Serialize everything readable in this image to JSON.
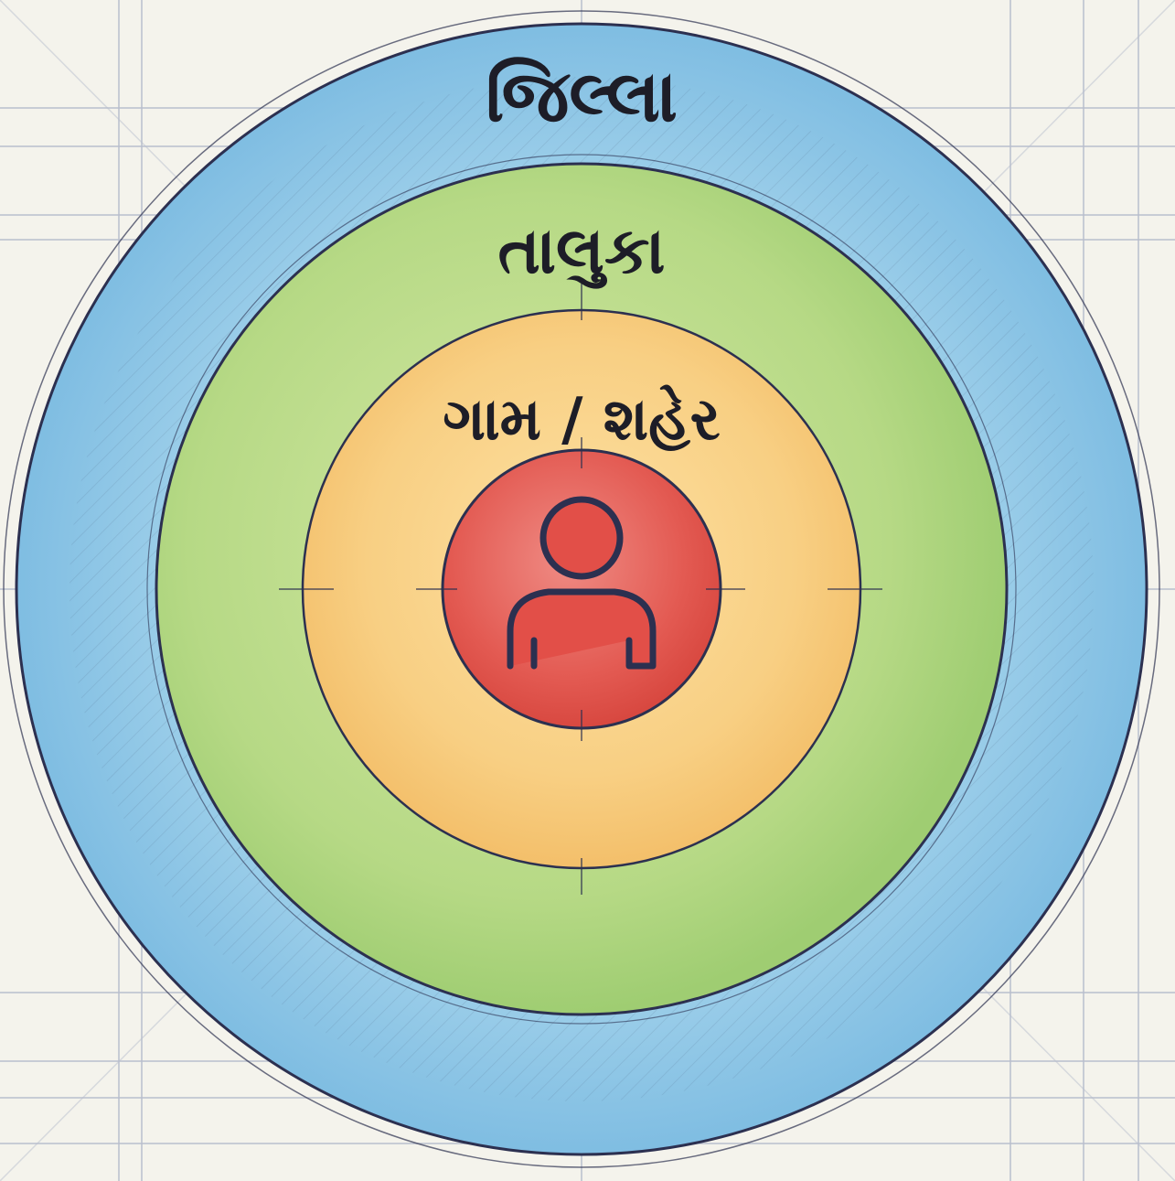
{
  "diagram": {
    "rings": [
      {
        "id": "district",
        "label": "જિલ્લા",
        "color": "#8ec7e6"
      },
      {
        "id": "taluka",
        "label": "તાલુકા",
        "color": "#b7d98a"
      },
      {
        "id": "village",
        "label": "ગામ / શહેર",
        "color": "#f7cf85"
      },
      {
        "id": "person",
        "label": "",
        "color": "#e2544f"
      }
    ],
    "center_icon": "person-icon",
    "outline_color": "#2c3050",
    "paper_color": "#f4f3ec",
    "grid_color": "#aab1c6"
  }
}
